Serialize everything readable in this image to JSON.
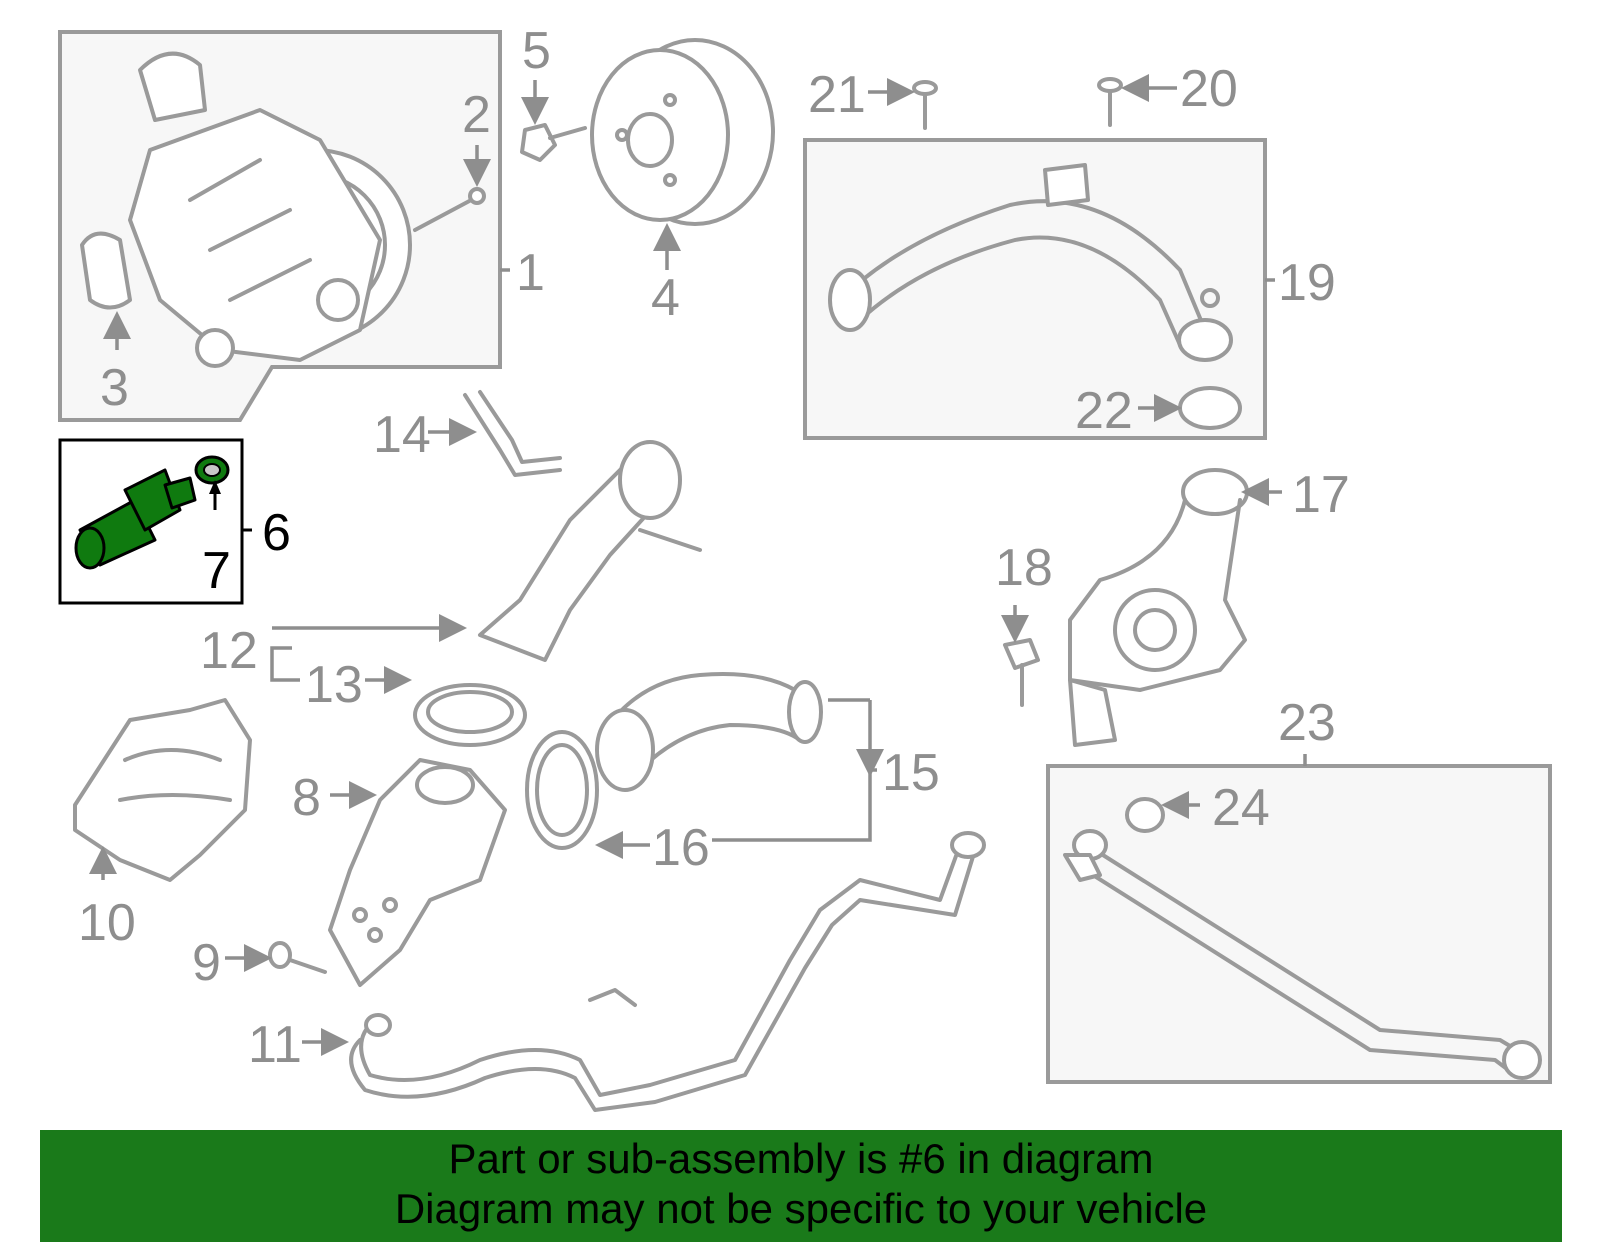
{
  "diagram": {
    "callouts": {
      "c1": "1",
      "c2": "2",
      "c3": "3",
      "c4": "4",
      "c5": "5",
      "c6": "6",
      "c7": "7",
      "c8": "8",
      "c9": "9",
      "c10": "10",
      "c11": "11",
      "c12": "12",
      "c13": "13",
      "c14": "14",
      "c15": "15",
      "c16": "16",
      "c17": "17",
      "c18": "18",
      "c19": "19",
      "c20": "20",
      "c21": "21",
      "c22": "22",
      "c23": "23",
      "c24": "24"
    },
    "highlighted_part": "6",
    "highlight_color": "#0f7a0f",
    "line_color": "#9a9a9a"
  },
  "banner": {
    "line1": "Part or sub-assembly is #6 in diagram",
    "line2": "Diagram may not be specific to your vehicle",
    "background": "#1a7a1a"
  }
}
